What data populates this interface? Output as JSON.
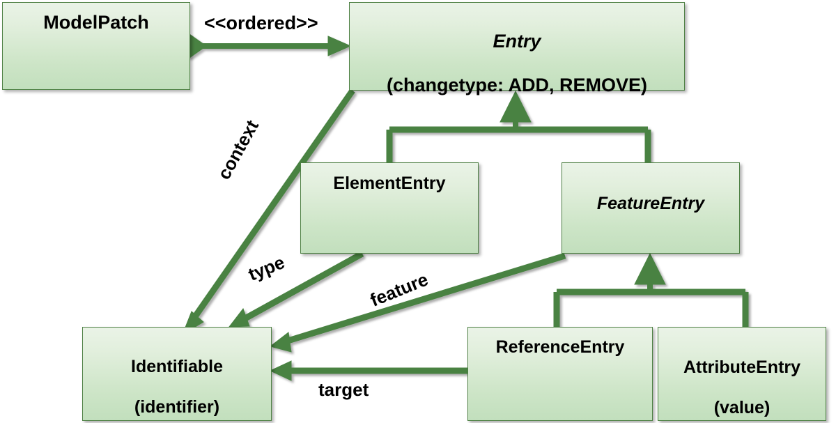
{
  "diagram": {
    "type": "uml-class-diagram",
    "title": "ModelPatch Entry class hierarchy",
    "colors": {
      "box_fill_top": "#eaf3e7",
      "box_fill_bottom": "#c2dfbd",
      "box_border": "#4e8044",
      "connector": "#4a8243",
      "text": "#000000",
      "background": "#ffffff"
    },
    "classes": [
      {
        "id": "modelpatch",
        "name": "ModelPatch",
        "abstract": false,
        "attributes": "",
        "display": "ModelPatch"
      },
      {
        "id": "entry",
        "name": "Entry",
        "abstract": true,
        "attributes": "(changetype: ADD, REMOVE)",
        "display": "Entry\n(changetype: ADD, REMOVE)"
      },
      {
        "id": "elemententry",
        "name": "ElementEntry",
        "abstract": false,
        "attributes": "",
        "display": "ElementEntry"
      },
      {
        "id": "featureentry",
        "name": "FeatureEntry",
        "abstract": true,
        "attributes": "",
        "display": "FeatureEntry"
      },
      {
        "id": "identifiable",
        "name": "Identifiable",
        "abstract": false,
        "attributes": "(identifier)",
        "display": "Identifiable\n(identifier)"
      },
      {
        "id": "referenceentry",
        "name": "ReferenceEntry",
        "abstract": false,
        "attributes": "",
        "display": "ReferenceEntry"
      },
      {
        "id": "attributeentry",
        "name": "AttributeEntry",
        "abstract": false,
        "attributes": "(value)",
        "display": "AttributeEntry\n(value)"
      }
    ],
    "relationships": [
      {
        "id": "modelpatch-entry",
        "kind": "composition",
        "source": "ModelPatch",
        "target": "Entry",
        "label": "<<ordered>>",
        "source_decoration": "filled-diamond",
        "target_decoration": "open-arrow"
      },
      {
        "id": "entry-identifiable-context",
        "kind": "association",
        "source": "Entry",
        "target": "Identifiable",
        "label": "context",
        "target_decoration": "open-arrow"
      },
      {
        "id": "elemententry-identifiable-type",
        "kind": "association",
        "source": "ElementEntry",
        "target": "Identifiable",
        "label": "type",
        "target_decoration": "open-arrow"
      },
      {
        "id": "featureentry-identifiable-feature",
        "kind": "association",
        "source": "FeatureEntry",
        "target": "Identifiable",
        "label": "feature",
        "target_decoration": "open-arrow"
      },
      {
        "id": "referenceentry-identifiable-target",
        "kind": "association",
        "source": "ReferenceEntry",
        "target": "Identifiable",
        "label": "target",
        "target_decoration": "open-arrow"
      },
      {
        "id": "elemententry-entry",
        "kind": "generalization",
        "source": "ElementEntry",
        "target": "Entry",
        "label": "",
        "target_decoration": "filled-triangle"
      },
      {
        "id": "featureentry-entry",
        "kind": "generalization",
        "source": "FeatureEntry",
        "target": "Entry",
        "label": "",
        "target_decoration": "filled-triangle"
      },
      {
        "id": "referenceentry-featureentry",
        "kind": "generalization",
        "source": "ReferenceEntry",
        "target": "FeatureEntry",
        "label": "",
        "target_decoration": "filled-triangle"
      },
      {
        "id": "attributeentry-featureentry",
        "kind": "generalization",
        "source": "AttributeEntry",
        "target": "FeatureEntry",
        "label": "",
        "target_decoration": "filled-triangle"
      }
    ],
    "labels": {
      "ordered": "<<ordered>>",
      "context": "context",
      "type": "type",
      "feature": "feature",
      "target": "target"
    }
  }
}
